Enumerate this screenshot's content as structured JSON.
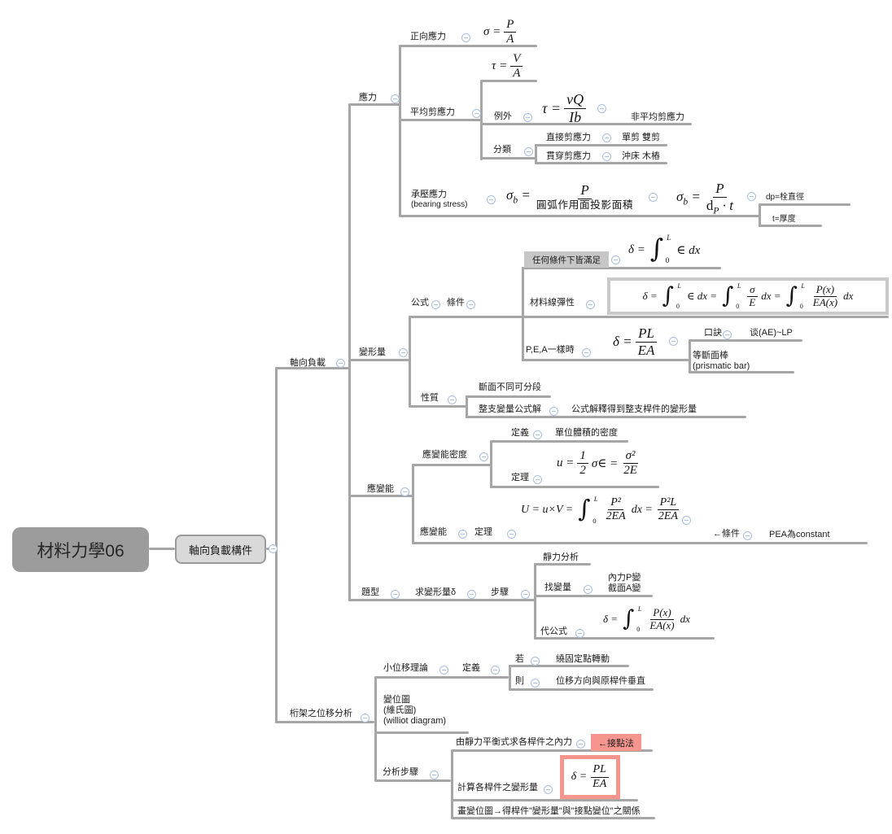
{
  "icons": {
    "collapse": "⊖",
    "integral": "∫"
  },
  "colors": {
    "line": "#a6a6a6",
    "collapse_icon": "#a9bfdf",
    "gray_highlight": "#c7c7c7",
    "gray_box_border": "#c9c9c9",
    "red_highlight": "#f6958d",
    "root_fill": "#9c9c9c",
    "topic_fill": "#d9d9d9",
    "topic_border": "#9a9a9a",
    "text": "#1c1c1c"
  },
  "root": {
    "label": "材料力學06"
  },
  "main_topic": {
    "label": "軸向負載構件"
  },
  "nodes": {
    "stress": "應力",
    "normal_stress": "正向應力",
    "avg_shear": "平均剪應力",
    "exception": "例外",
    "non_uniform": "非平均剪應力",
    "classification": "分類",
    "direct_shear": "直接剪應力",
    "single_double": "單剪 雙剪",
    "punch_shear": "貫穿剪應力",
    "punch_examples": "沖床 木樁",
    "bearing_l1": "承壓應力",
    "bearing_l2": "(bearing stress)",
    "dp_note": "dp=栓直徑",
    "t_note": "t=厚度",
    "axial_load": "軸向負載",
    "deformation": "變形量",
    "formula": "公式",
    "condition": "條件",
    "any_condition": "任何條件下皆滿足",
    "linear_elastic": "材料線彈性",
    "pea_same": "P,E,A一樣時",
    "mnemonic": "口訣",
    "mnemonic_text": "谈(AE)~LP",
    "prismatic_l1": "等斷面棒",
    "prismatic_l2": "(prismatic bar)",
    "properties": "性質",
    "segment_note": "斷面不同可分段",
    "whole_solution": "整支變量公式解",
    "whole_solution_desc": "公式解釋得到整支桿件的變形量",
    "strain_energy": "應變能",
    "energy_density": "應變能密度",
    "definition": "定義",
    "unit_volume": "單位體積的密度",
    "theorem": "定理",
    "strain_energy_inner": "應變能",
    "theorem2": "定理",
    "condition_arrow": "←條件",
    "pea_constant": "PEA為constant",
    "problem_types": "題型",
    "find_deformation": "求變形量δ",
    "steps": "步驟",
    "static_analysis": "靜力分析",
    "find_variables": "找變量",
    "var_l1": "內力P變",
    "var_l2": "截面A變",
    "substitute": "代公式",
    "truss_analysis": "桁架之位移分析",
    "small_displacement": "小位移理論",
    "definition2": "定義",
    "if": "若",
    "rotate_fixed": "繞固定點轉動",
    "then": "則",
    "perpendicular": "位移方向與原桿件垂直",
    "diagram_l1": "變位圖",
    "diagram_l2": "(維氏圖)",
    "diagram_l3": "(williot diagram)",
    "analysis_steps": "分析步驟",
    "equilibrium": "由靜力平衡式求各桿件之內力",
    "joint_method": "←接點法",
    "compute_deformation": "計算各桿件之變形量",
    "draw_relation": "畫變位圖→得桿件\"變形量\"與\"接點變位\"之關係"
  },
  "formulas": {
    "normal": {
      "lhs": "σ =",
      "num": "P",
      "den": "A"
    },
    "shear": {
      "lhs": "τ =",
      "num": "V",
      "den": "A"
    },
    "shear_exact": {
      "lhs": "τ =",
      "num": "vQ",
      "den": "Ib"
    },
    "bearing1": {
      "sym": "σ",
      "sub": "b",
      "eq": "=",
      "num": "P",
      "den": "圓弧作用面投影面積"
    },
    "bearing2": {
      "sym": "σ",
      "sub": "b",
      "eq": "=",
      "num": "P",
      "den_base": "d",
      "den_sub": "P",
      "den_rest": " · t"
    },
    "strain_any": {
      "lhs": "δ =",
      "up": "L",
      "low": "0",
      "rest": "∈ dx"
    },
    "strain_elastic": {
      "lhs": "δ =",
      "up": "L",
      "low": "0",
      "t1": "∈ dx =",
      "num1": "σ",
      "den1": "E",
      "t2": "dx =",
      "num2": "P(x)",
      "den2": "EA(x)",
      "t3": "dx"
    },
    "delta_plea": {
      "lhs": "δ =",
      "num": "PL",
      "den": "EA"
    },
    "density": {
      "lhs": "u =",
      "f1num": "1",
      "f1den": "2",
      "mid": "σ∈ =",
      "f2num": "σ²",
      "f2den": "2E"
    },
    "energy": {
      "lhs": "U = u×V =",
      "up": "L",
      "low": "0",
      "fnum": "P²",
      "fden": "2EA",
      "mid": "dx =",
      "f2num": "P²L",
      "f2den": "2EA"
    },
    "substitute": {
      "lhs": "δ =",
      "up": "L",
      "low": "0",
      "fnum": "P(x)",
      "fden": "EA(x)",
      "rest": "dx"
    },
    "delta_plea_red": {
      "lhs": "δ =",
      "num": "PL",
      "den": "EA"
    }
  }
}
